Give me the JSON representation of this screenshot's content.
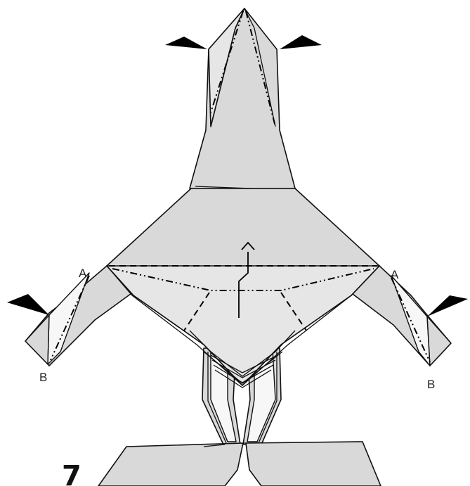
{
  "diagram": {
    "step_number": "7",
    "labels": {
      "left_a": "A",
      "left_b": "B",
      "right_a": "A",
      "right_b": "B"
    }
  }
}
